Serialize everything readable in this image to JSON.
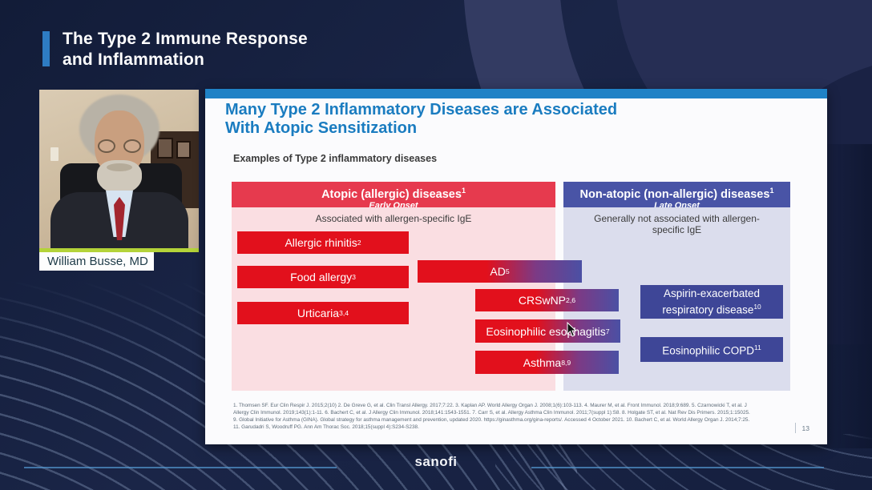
{
  "header": {
    "title_line1": "The Type 2 Immune Response",
    "title_line2": "and Inflammation"
  },
  "speaker": {
    "name": "William Busse, MD"
  },
  "slide": {
    "title_line1": "Many Type 2 Inflammatory Diseases are Associated",
    "title_line2": "With Atopic Sensitization",
    "subtitle": "Examples of Type 2 inflammatory diseases",
    "atopic_column": {
      "header": "Atopic (allergic) diseases",
      "header_sup": "1",
      "onset": "Early Onset",
      "note": "Associated with allergen-specific IgE"
    },
    "nonatopic_column": {
      "header": "Non-atopic (non-allergic) diseases",
      "header_sup": "1",
      "onset": "Late Onset",
      "note": "Generally not associated with allergen-specific IgE"
    },
    "atopic_boxes": [
      {
        "label": "Allergic rhinitis",
        "sup": "2"
      },
      {
        "label": "Food allergy",
        "sup": "3"
      },
      {
        "label": "Urticaria",
        "sup": "3,4"
      }
    ],
    "overlap_boxes": [
      {
        "label": "AD",
        "sup": "5"
      },
      {
        "label": "CRSwNP",
        "sup": "2,6"
      },
      {
        "label": "Eosinophilic esophagitis",
        "sup": "7"
      },
      {
        "label": "Asthma",
        "sup": "8,9"
      }
    ],
    "nonatopic_boxes": [
      {
        "label": "Aspirin-exacerbated respiratory disease",
        "sup": "10"
      },
      {
        "label": "Eosinophilic COPD",
        "sup": "11"
      }
    ],
    "references": [
      "1. Thomsen SF. Eur Clin Respir J. 2015;2(10) 2. De Greve G, et al. Clin Transl Allergy. 2017;7:22. 3. Kaplan AP. World Allergy Organ J. 2008;1(6):103-113. 4. Maurer M, et al. Front Immunol. 2018;9:689. 5. Czarnowicki T, et al. J",
      "Allergy Clin Immunol. 2019;143(1):1-11. 6. Bachert C, et al. J Allergy Clin Immunol. 2018;141:1543-1551. 7. Carr S, et al. Allergy Asthma Clin Immunol. 2011;7(suppl 1):S8. 8. Holgate ST, et al. Nat Rev Dis Primers. 2015;1:15025.",
      "9. Global Initiative for Asthma (GINA). Global strategy for asthma management and prevention, updated 2020. https://ginasthma.org/gina-reports/. Accessed 4 October 2021. 10. Bachert C, et al. World Allergy Organ J. 2014;7:25.",
      "11. Garudadri S, Woodruff PG. Ann Am Thorac Soc. 2018;15(suppl 4):S234-S238."
    ],
    "page_number": "13"
  },
  "footer": {
    "logo_text": "sanofi"
  },
  "colors": {
    "slide_accent_blue": "#1b7ec4",
    "atopic_header_red": "#e63a4e",
    "disease_box_red": "#e2101c",
    "nonatopic_header_indigo": "#4954a6",
    "disease_box_indigo": "#3e4697",
    "gradient_box_end_indigo": "#4b50a4",
    "atopic_panel_pink": "#fadee2",
    "nonatopic_panel_lavender": "#dbdded",
    "lime_green_bar": "#b4d339",
    "background_navy": "#1a2547"
  }
}
